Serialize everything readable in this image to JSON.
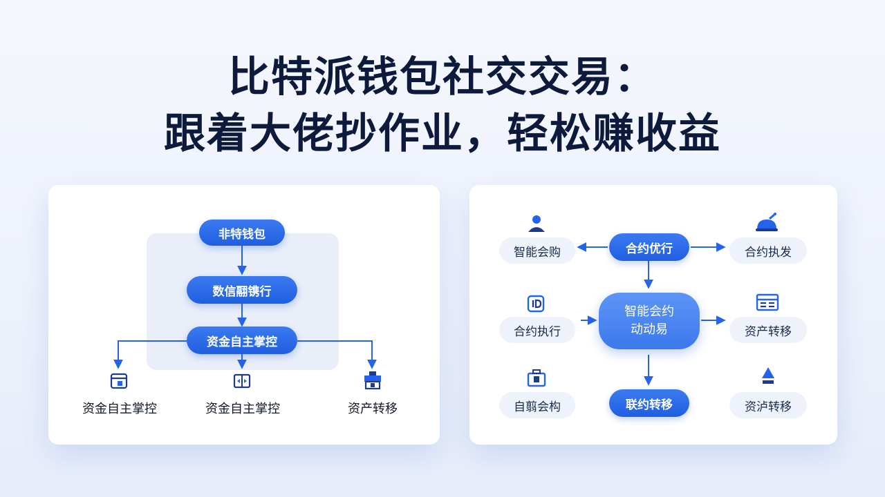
{
  "title": {
    "line1": "比特派钱包社交交易：",
    "line2": "跟着大佬抄作业，轻松赚收益"
  },
  "left_diagram": {
    "nodes": [
      "非特钱包",
      "数信翮镌行",
      "资金自主掌控"
    ],
    "outputs": [
      {
        "label": "资金自主掌控",
        "icon": "wallet-icon"
      },
      {
        "label": "资金自主掌控",
        "icon": "transfer-icon"
      },
      {
        "label": "资产转移",
        "icon": "asset-icon"
      }
    ]
  },
  "right_diagram": {
    "top_center": "合约优行",
    "center_line1": "智能会约",
    "center_line2": "动动易",
    "bottom_center": "联约转移",
    "left_nodes": [
      {
        "label": "智能会购",
        "icon": "user-icon"
      },
      {
        "label": "合约执行",
        "icon": "id-card-icon"
      },
      {
        "label": "自翦会构",
        "icon": "briefcase-icon"
      }
    ],
    "right_nodes": [
      {
        "label": "合约执发",
        "icon": "bell-icon"
      },
      {
        "label": "资产转移",
        "icon": "list-icon"
      },
      {
        "label": "资泸转移",
        "icon": "arrow-up-icon"
      }
    ]
  },
  "colors": {
    "primary": "#2563eb",
    "title": "#0d1a3c",
    "light_pill": "#eef3fb"
  }
}
